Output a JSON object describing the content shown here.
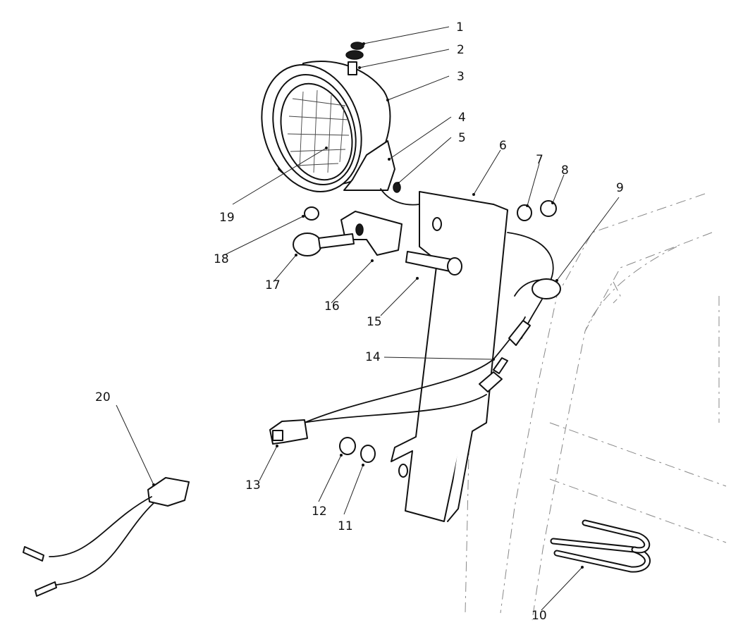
{
  "diagram": {
    "type": "exploded-parts-diagram",
    "callouts": [
      {
        "id": "callout-1",
        "text": "1"
      },
      {
        "id": "callout-2",
        "text": "2"
      },
      {
        "id": "callout-3",
        "text": "3"
      },
      {
        "id": "callout-4",
        "text": "4"
      },
      {
        "id": "callout-5",
        "text": "5"
      },
      {
        "id": "callout-6",
        "text": "6"
      },
      {
        "id": "callout-7",
        "text": "7"
      },
      {
        "id": "callout-8",
        "text": "8"
      },
      {
        "id": "callout-9",
        "text": "9"
      },
      {
        "id": "callout-10",
        "text": "10"
      },
      {
        "id": "callout-11",
        "text": "11"
      },
      {
        "id": "callout-12",
        "text": "12"
      },
      {
        "id": "callout-13",
        "text": "13"
      },
      {
        "id": "callout-14",
        "text": "14"
      },
      {
        "id": "callout-15",
        "text": "15"
      },
      {
        "id": "callout-16",
        "text": "16"
      },
      {
        "id": "callout-17",
        "text": "17"
      },
      {
        "id": "callout-18",
        "text": "18"
      },
      {
        "id": "callout-19",
        "text": "19"
      },
      {
        "id": "callout-20",
        "text": "20"
      }
    ],
    "parts": [
      {
        "number": "1",
        "icon": "rubber-cap-icon"
      },
      {
        "number": "2",
        "icon": "grommet-icon"
      },
      {
        "number": "3",
        "icon": "lamp-housing-icon"
      },
      {
        "number": "4",
        "icon": "lamp-bracket-icon"
      },
      {
        "number": "5",
        "icon": "lock-washer-icon"
      },
      {
        "number": "6",
        "icon": "mounting-post-icon"
      },
      {
        "number": "7",
        "icon": "flat-washer-icon"
      },
      {
        "number": "8",
        "icon": "nut-icon"
      },
      {
        "number": "9",
        "icon": "cable-tie-icon"
      },
      {
        "number": "10",
        "icon": "u-bolt-icon"
      },
      {
        "number": "11",
        "icon": "flat-washer-icon"
      },
      {
        "number": "12",
        "icon": "nut-icon"
      },
      {
        "number": "13",
        "icon": "connector-icon"
      },
      {
        "number": "14",
        "icon": "bulb-socket-icon"
      },
      {
        "number": "15",
        "icon": "bolt-icon"
      },
      {
        "number": "16",
        "icon": "swivel-bracket-icon"
      },
      {
        "number": "17",
        "icon": "carriage-bolt-icon"
      },
      {
        "number": "18",
        "icon": "nut-icon"
      },
      {
        "number": "19",
        "icon": "lens-icon"
      },
      {
        "number": "20",
        "icon": "harness-connector-icon"
      }
    ]
  }
}
